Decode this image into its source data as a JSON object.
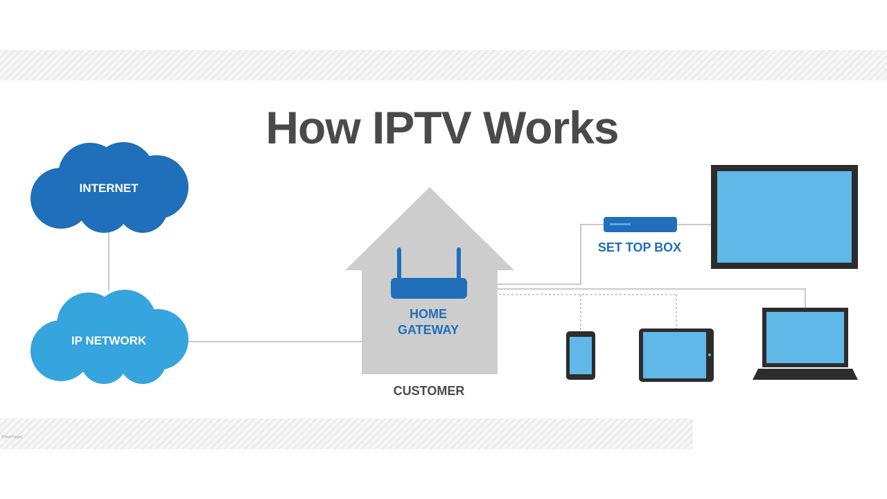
{
  "title": "How IPTV Works",
  "labels": {
    "internet": "INTERNET",
    "ip_network": "IP NETWORK",
    "home_gateway_line1": "HOME",
    "home_gateway_line2": "GATEWAY",
    "customer": "CUSTOMER",
    "set_top_box": "SET TOP BOX"
  },
  "credit": "©TechTarget"
}
